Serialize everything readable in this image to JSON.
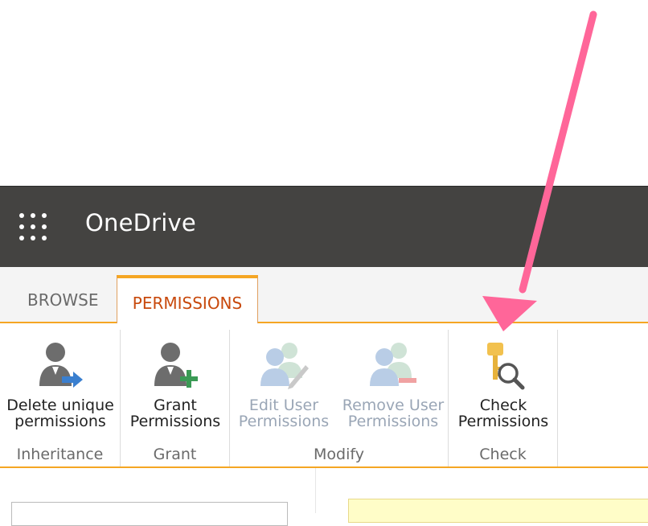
{
  "header": {
    "title": "OneDrive"
  },
  "tabs": [
    {
      "label": "BROWSE",
      "selected": false
    },
    {
      "label": "PERMISSIONS",
      "selected": true
    }
  ],
  "ribbon": {
    "groups": [
      {
        "label": "Inheritance",
        "buttons": [
          {
            "line1": "Delete unique",
            "line2": "permissions",
            "enabled": true
          }
        ]
      },
      {
        "label": "Grant",
        "buttons": [
          {
            "line1": "Grant",
            "line2": "Permissions",
            "enabled": true
          }
        ]
      },
      {
        "label": "Modify",
        "buttons": [
          {
            "line1": "Edit User",
            "line2": "Permissions",
            "enabled": false
          },
          {
            "line1": "Remove User",
            "line2": "Permissions",
            "enabled": false
          }
        ]
      },
      {
        "label": "Check",
        "buttons": [
          {
            "line1": "Check",
            "line2": "Permissions",
            "enabled": true
          }
        ]
      }
    ]
  },
  "colors": {
    "topbar": "#444341",
    "accent": "#f5a623",
    "tab_active_text": "#c8490c",
    "annotation_arrow": "#ff6699"
  }
}
